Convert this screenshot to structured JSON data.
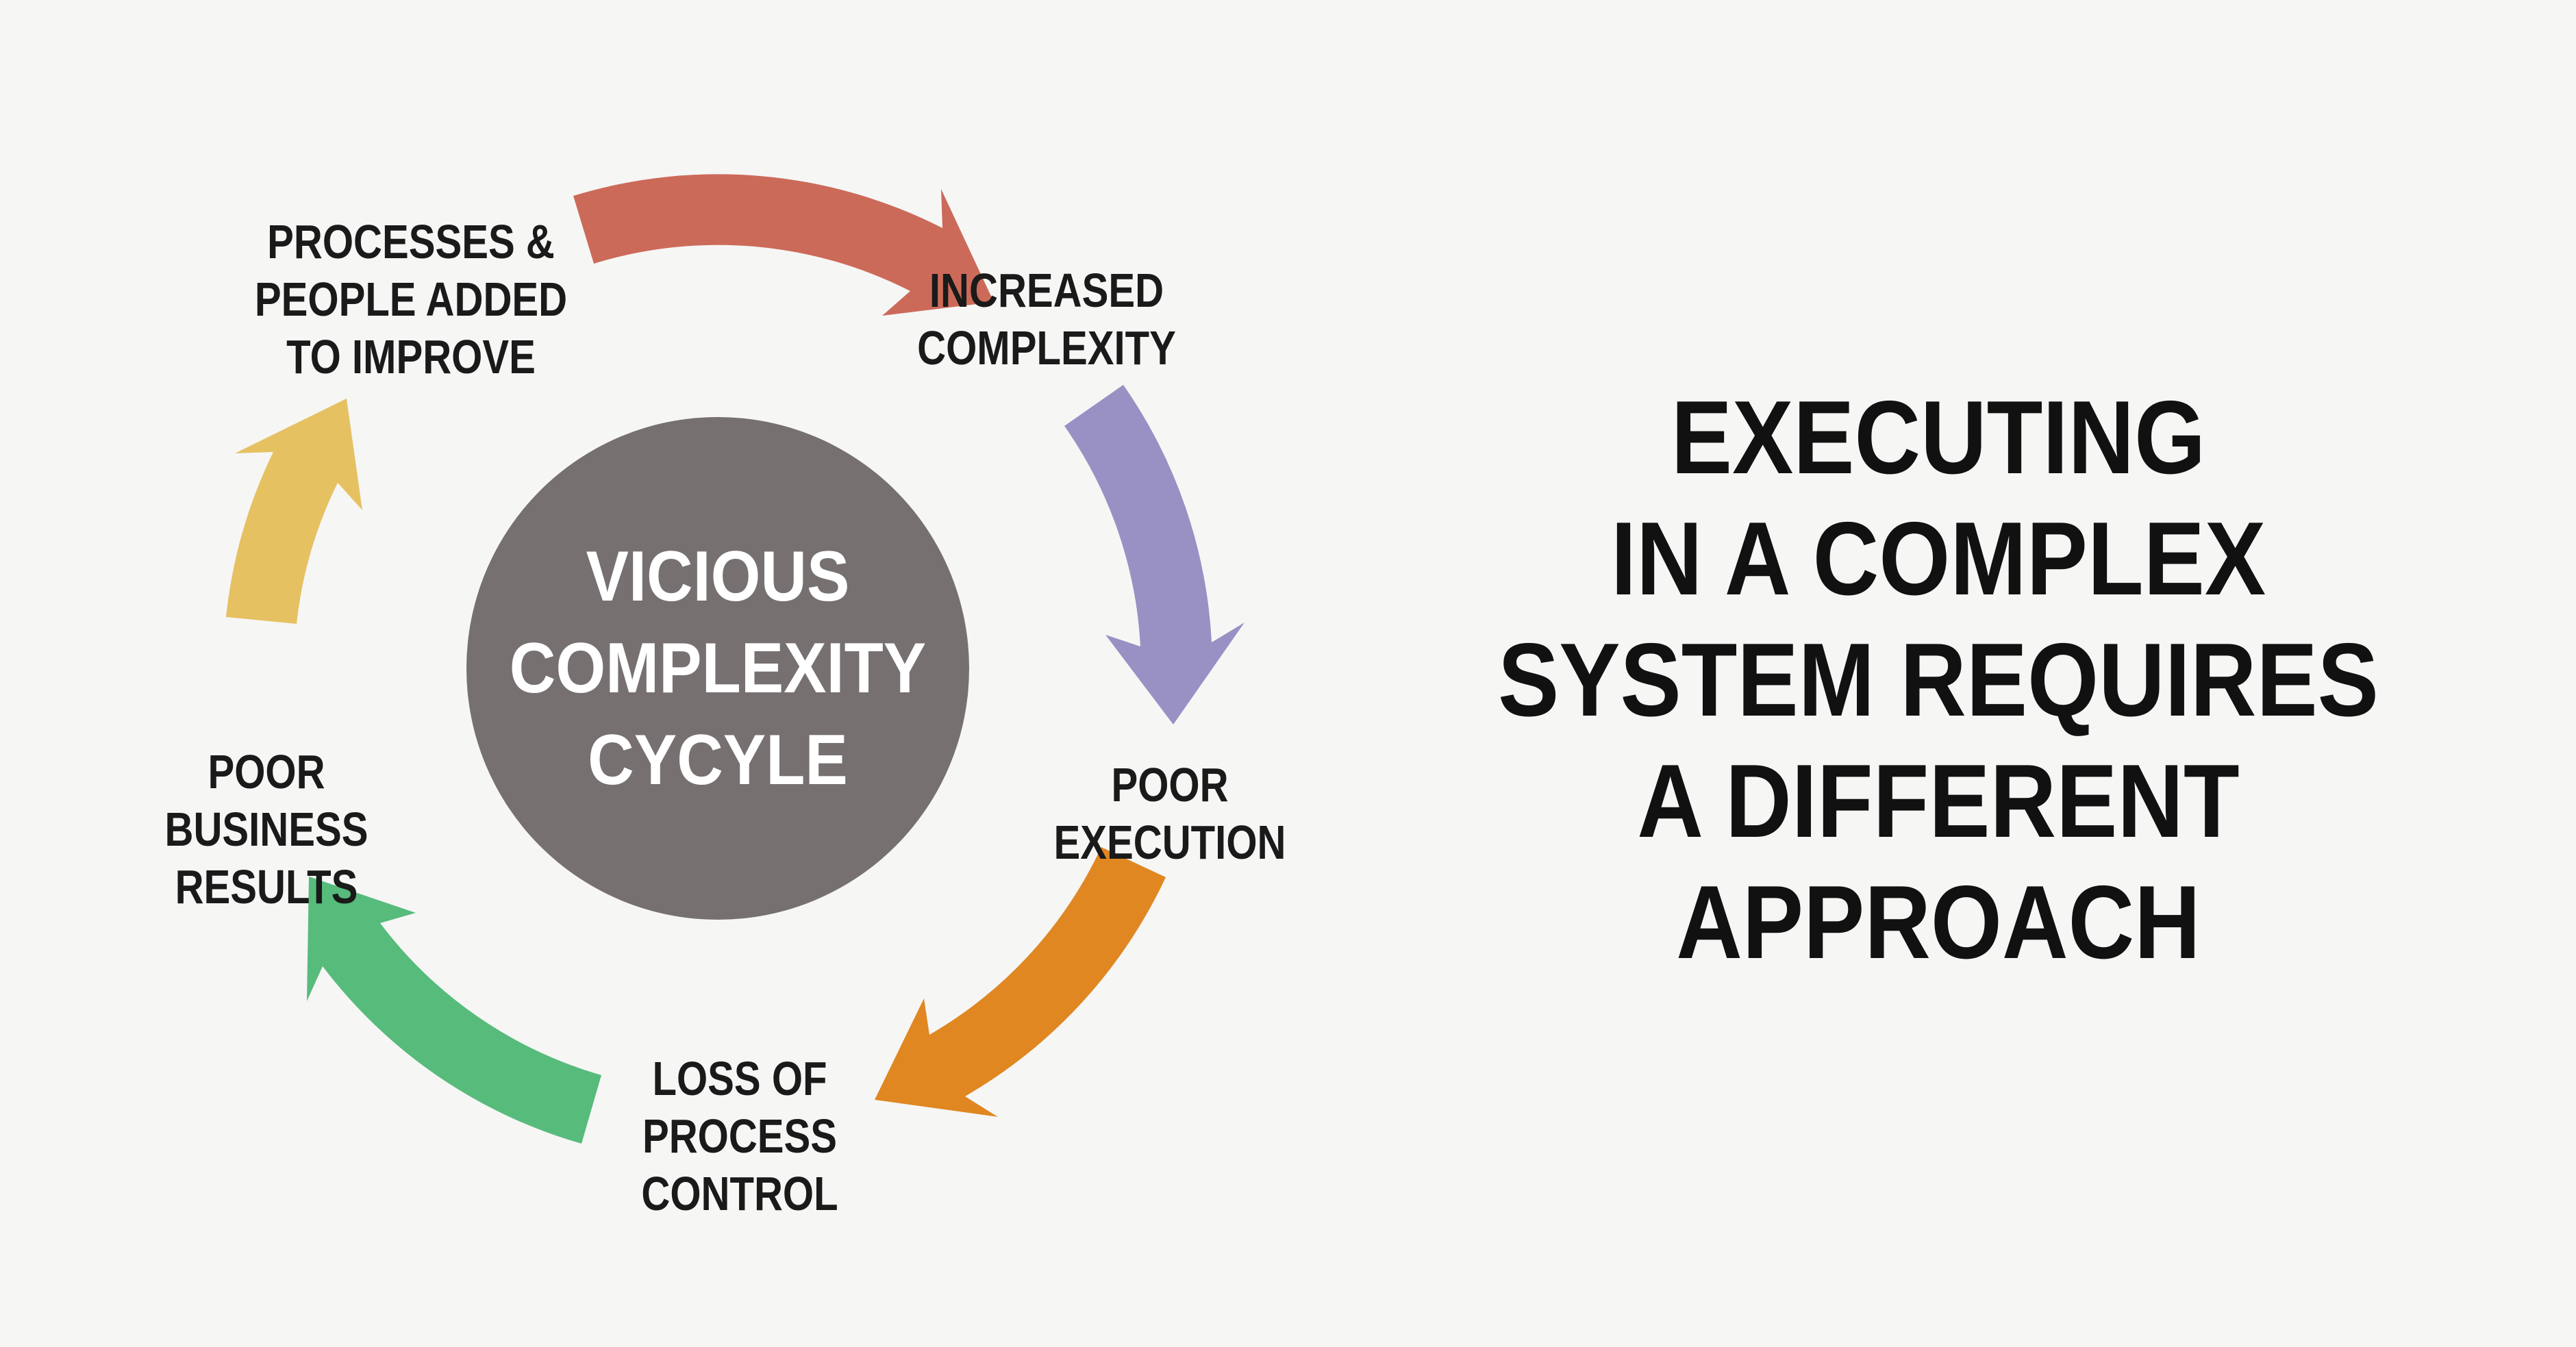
{
  "canvas": {
    "background_color": "#F6F6F5"
  },
  "headline": {
    "color": "#111111",
    "lines": [
      "EXECUTING",
      "IN A COMPLEX",
      "SYSTEM REQUIRES",
      "A DIFFERENT",
      "APPROACH"
    ]
  },
  "cycle": {
    "center_circle": {
      "fill": "#767070",
      "text_color": "#FFFFFF",
      "lines": [
        "VICIOUS",
        "COMPLEXITY",
        "CYCYLE"
      ]
    },
    "label_color": "#1A1A1A",
    "labels": [
      {
        "id": "processes-people-added",
        "lines": [
          "PROCESSES &",
          "PEOPLE ADDED",
          "TO IMPROVE"
        ]
      },
      {
        "id": "increased-complexity",
        "lines": [
          "INCREASED",
          "COMPLEXITY"
        ]
      },
      {
        "id": "poor-execution",
        "lines": [
          "POOR",
          "EXECUTION"
        ]
      },
      {
        "id": "loss-of-process-control",
        "lines": [
          "LOSS OF",
          "PROCESS",
          "CONTROL"
        ]
      },
      {
        "id": "poor-business-results",
        "lines": [
          "POOR",
          "BUSINESS",
          "RESULTS"
        ]
      }
    ],
    "arrows": [
      {
        "id": "arrow-top-red",
        "from": "PROCESSES & PEOPLE ADDED TO IMPROVE",
        "to": "INCREASED COMPLEXITY",
        "color": "#CC6A59"
      },
      {
        "id": "arrow-right-purple",
        "from": "INCREASED COMPLEXITY",
        "to": "POOR EXECUTION",
        "color": "#9991C4"
      },
      {
        "id": "arrow-bottom-right-orange",
        "from": "POOR EXECUTION",
        "to": "LOSS OF PROCESS CONTROL",
        "color": "#E08722"
      },
      {
        "id": "arrow-bottom-left-green",
        "from": "LOSS OF PROCESS CONTROL",
        "to": "POOR BUSINESS RESULTS",
        "color": "#57BB7C"
      },
      {
        "id": "arrow-left-yellow",
        "from": "POOR BUSINESS RESULTS",
        "to": "PROCESSES & PEOPLE ADDED TO IMPROVE",
        "color": "#E6C162"
      }
    ]
  }
}
